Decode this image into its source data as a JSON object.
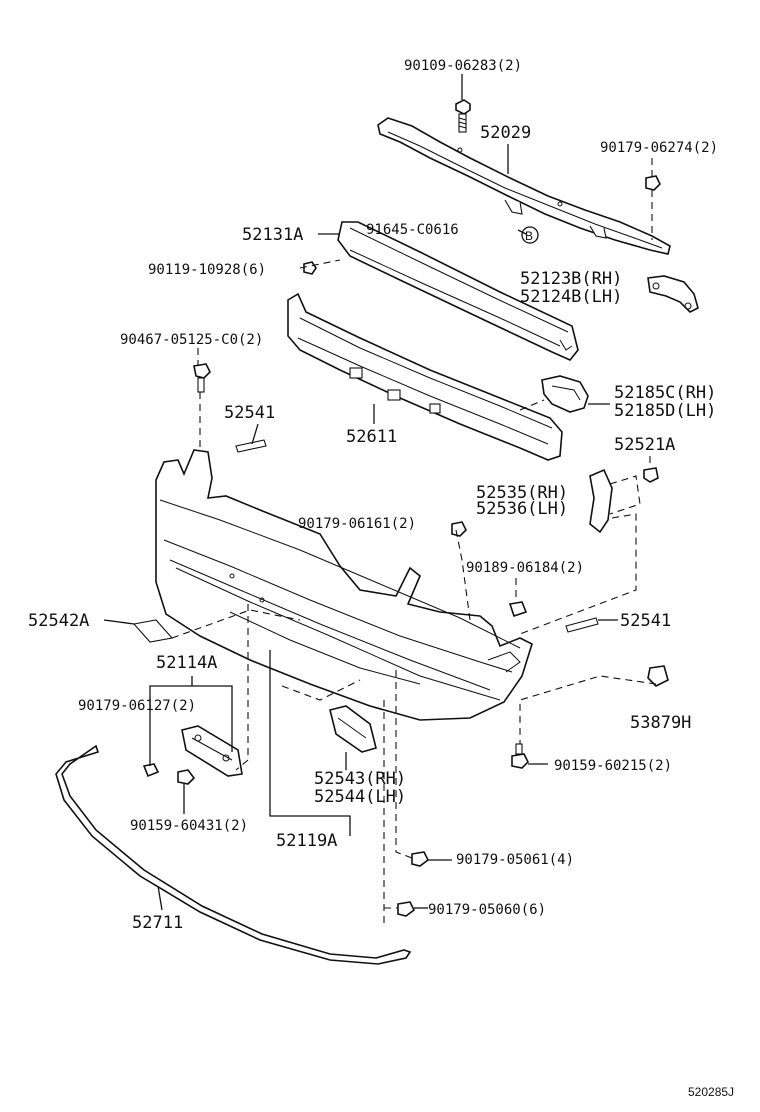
{
  "diagram": {
    "ref_code": "520285J",
    "labels": {
      "l_90109": "90109-06283(2)",
      "l_52029": "52029",
      "l_90179_06274": "90179-06274(2)",
      "l_52131A": "52131A",
      "l_91645": "91645-C0616",
      "l_B": "B",
      "l_90119": "90119-10928(6)",
      "l_52123B": "52123B(RH)",
      "l_52124B": "52124B(LH)",
      "l_90467": "90467-05125-C0(2)",
      "l_52185C": "52185C(RH)",
      "l_52185D": "52185D(LH)",
      "l_52541_top": "52541",
      "l_52611": "52611",
      "l_52521A": "52521A",
      "l_52535": "52535(RH)",
      "l_52536": "52536(LH)",
      "l_90179_06161": "90179-06161(2)",
      "l_90189": "90189-06184(2)",
      "l_52542A": "52542A",
      "l_52541_right": "52541",
      "l_52114A": "52114A",
      "l_90179_06127": "90179-06127(2)",
      "l_53879H": "53879H",
      "l_90159_60215": "90159-60215(2)",
      "l_52543": "52543(RH)",
      "l_52544": "52544(LH)",
      "l_90159_60431": "90159-60431(2)",
      "l_52119A": "52119A",
      "l_90179_05061": "90179-05061(4)",
      "l_52711": "52711",
      "l_90179_05060": "90179-05060(6)"
    }
  }
}
